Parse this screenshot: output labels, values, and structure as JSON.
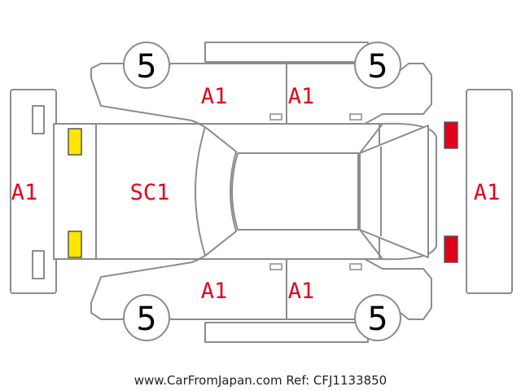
{
  "colors": {
    "code_text": "#e3001b",
    "front_lamp": "#ffe600",
    "rear_lamp": "#e3001b",
    "outline": "#8c8c8c"
  },
  "labels": {
    "front_bumper": "A1",
    "hood": "SC1",
    "door_front_left": "A1",
    "door_rear_left": "A1",
    "door_front_right": "A1",
    "door_rear_right": "A1",
    "rear_bumper": "A1"
  },
  "wheels": {
    "front_left": "5",
    "rear_left": "5",
    "front_right": "5",
    "rear_right": "5"
  },
  "icons": {
    "front_lamp": "headlight-icon",
    "rear_lamp": "taillight-icon"
  },
  "footer": {
    "text": "www.CarFromJapan.com Ref: CFJ1133850"
  }
}
